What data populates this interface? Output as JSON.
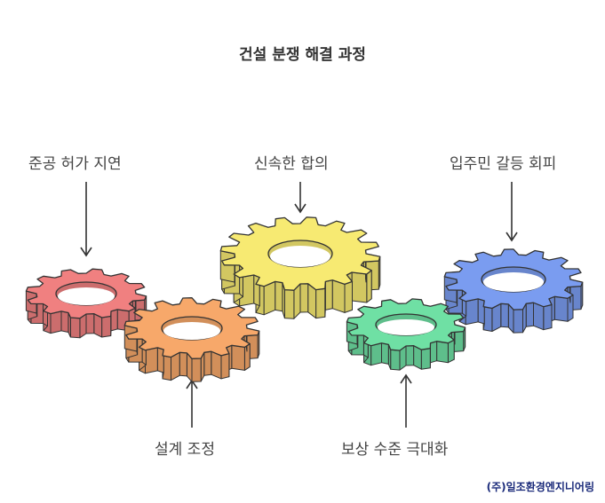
{
  "title": "건설 분쟁 해결 과정",
  "labels": {
    "completion": "준공 허가 지연",
    "agreement": "신속한 합의",
    "residents": "입주민 갈등 회피",
    "design": "설계 조정",
    "compensation": "보상 수준 극대화"
  },
  "footer": "(주)일조환경엔지니어링",
  "colors": {
    "red": "#f08080",
    "orange": "#f7a86a",
    "yellow": "#f7ea72",
    "green": "#6fe0a4",
    "blue": "#7a9cf0",
    "outline": "#333333"
  }
}
